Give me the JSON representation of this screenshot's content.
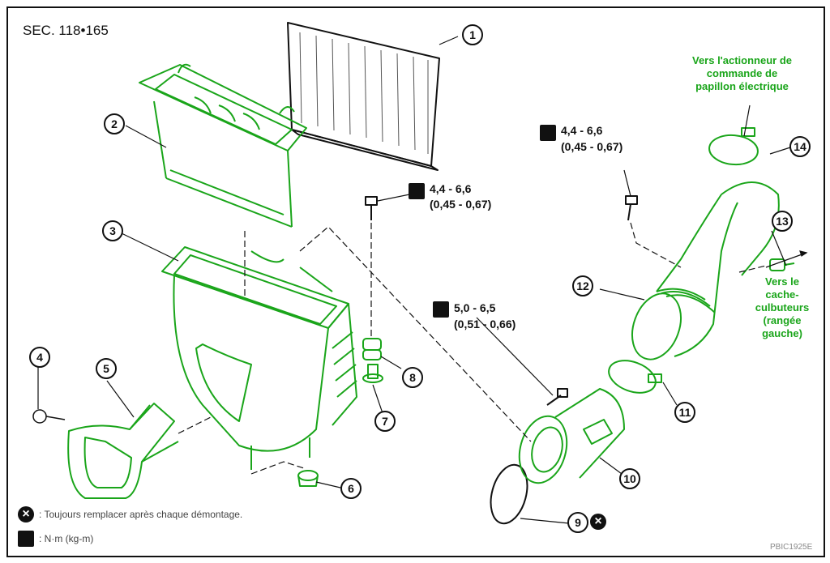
{
  "section": "SEC. 118•165",
  "callouts": [
    "1",
    "2",
    "3",
    "4",
    "5",
    "6",
    "7",
    "8",
    "9",
    "10",
    "11",
    "12",
    "13",
    "14"
  ],
  "torques": [
    {
      "value": "4,4 - 6,6",
      "alt": "(0,45 - 0,67)"
    },
    {
      "value": "4,4 - 6,6",
      "alt": "(0,45 - 0,67)"
    },
    {
      "value": "5,0 - 6,5",
      "alt": "(0,51 - 0,66)"
    }
  ],
  "notes": {
    "actuator": "Vers l'actionneur de commande de papillon électrique",
    "rocker": "Vers le cache-culbuteurs (rangée gauche)"
  },
  "legend": {
    "replace": ": Toujours remplacer après chaque démontage.",
    "torque": ": N·m (kg-m)"
  },
  "figure_code": "PBIC1925E",
  "colors": {
    "component": "#1aa51a",
    "line": "#111111"
  },
  "icons": {
    "torque": "wrench-icon",
    "replace": "x-circle-icon"
  }
}
